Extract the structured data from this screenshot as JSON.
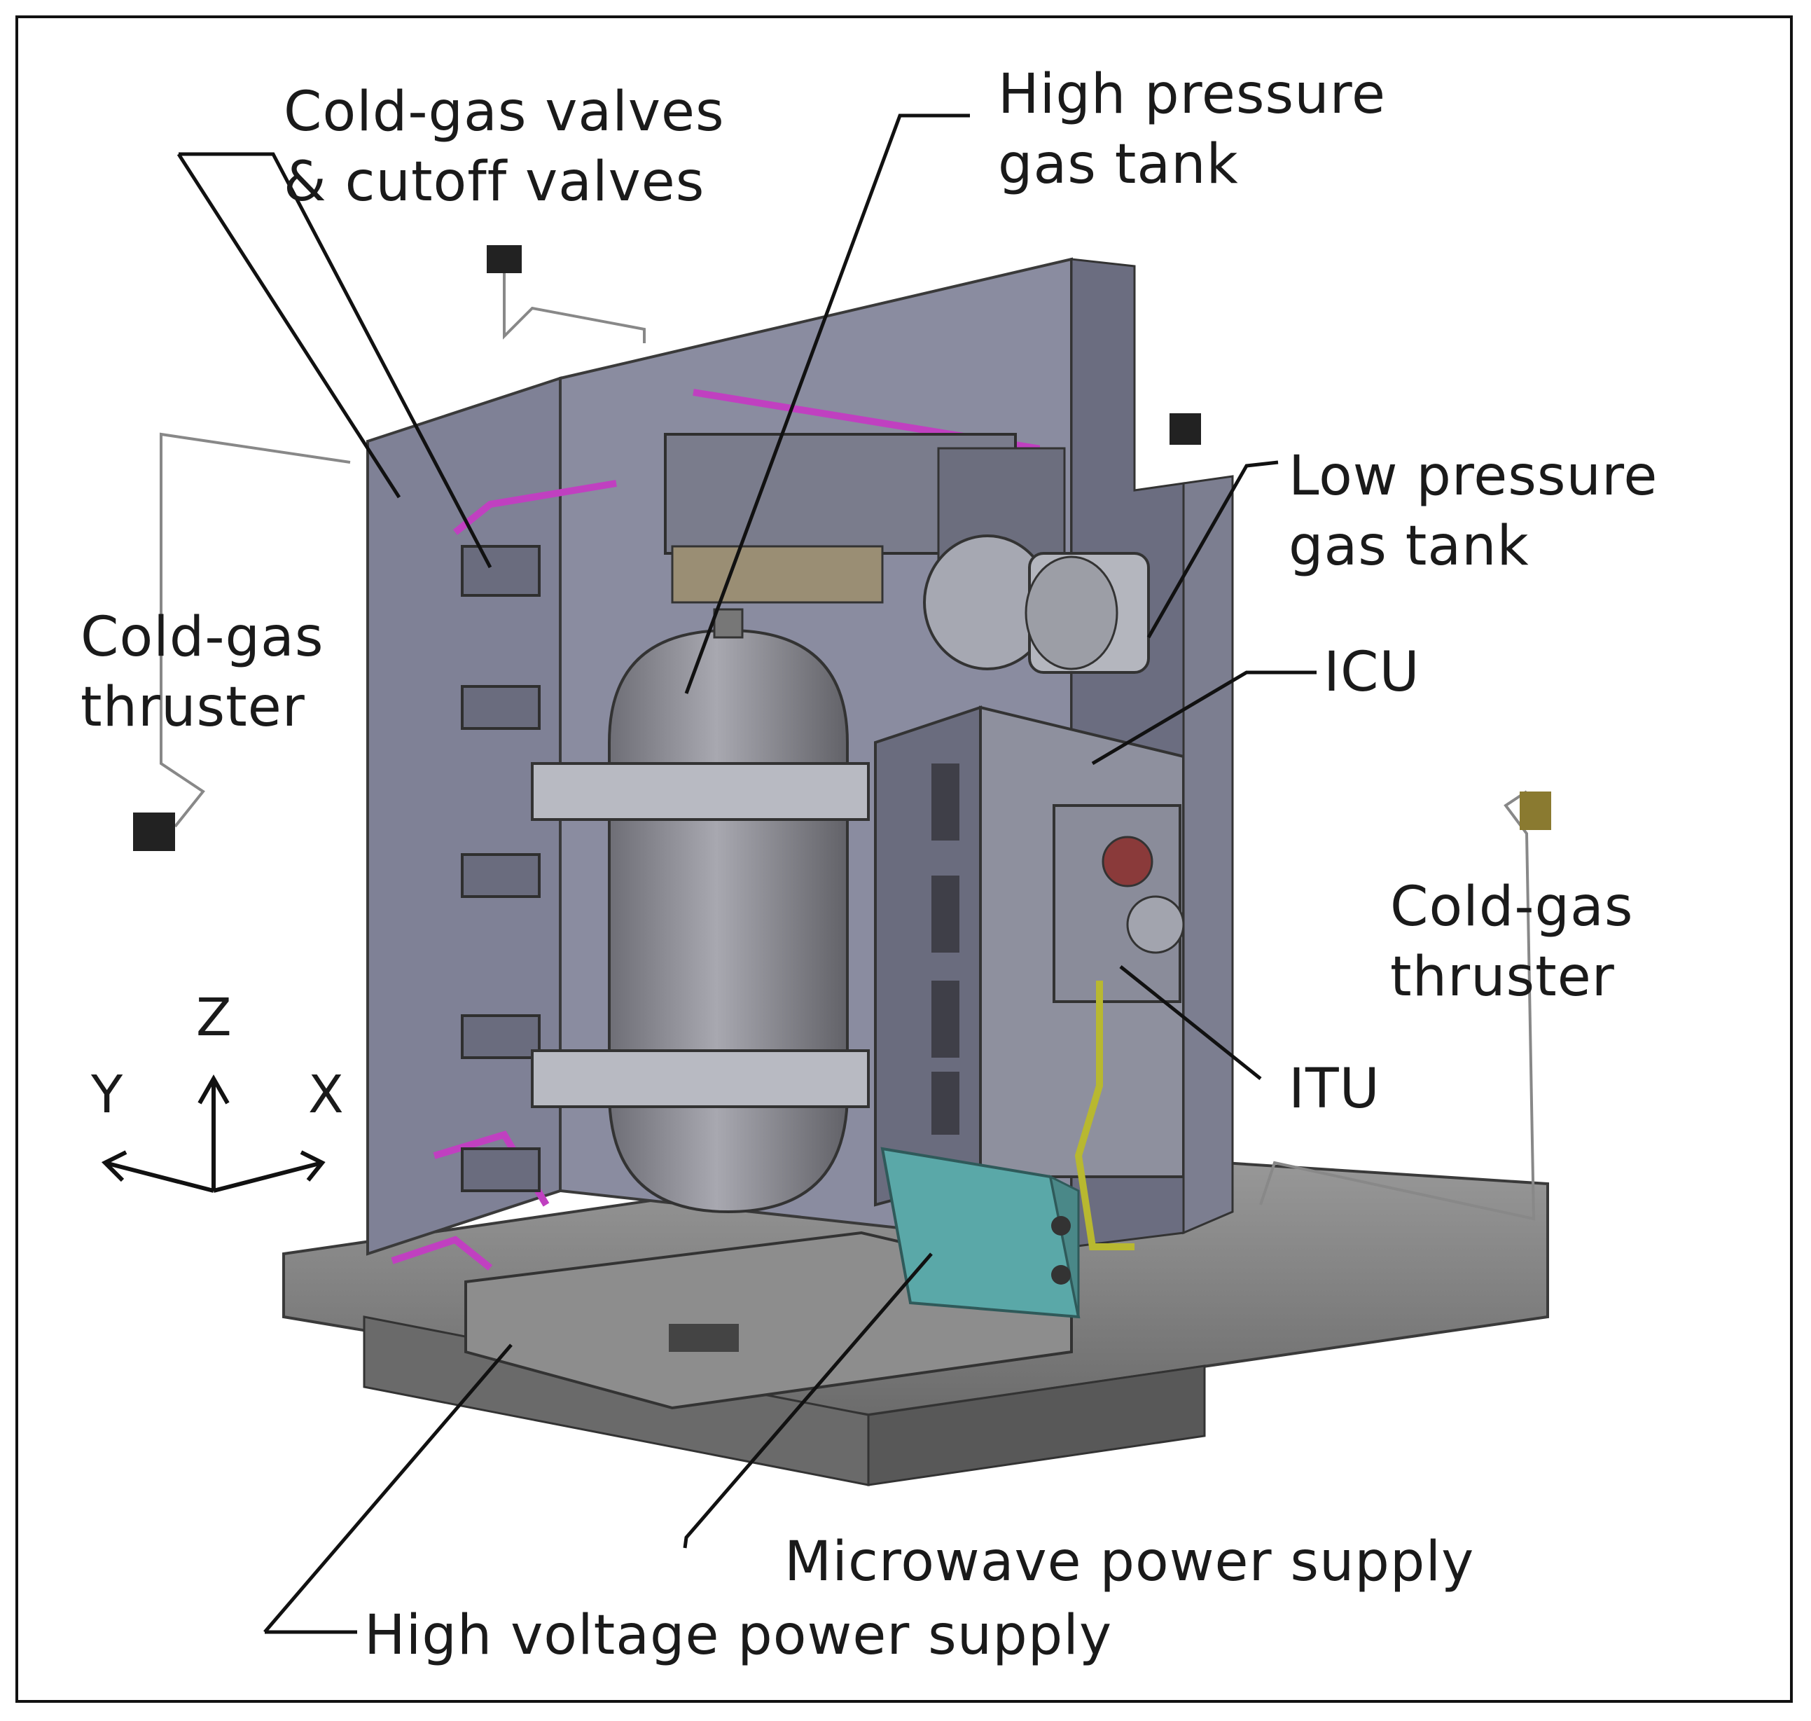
{
  "labels": {
    "cold_gas_valves": [
      "Cold-gas valves",
      "& cutoff valves"
    ],
    "high_pressure_tank": [
      "High pressure",
      "gas tank"
    ],
    "low_pressure_tank": [
      "Low pressure",
      "gas tank"
    ],
    "cold_gas_thruster_left": [
      "Cold-gas",
      "thruster"
    ],
    "cold_gas_thruster_right": [
      "Cold-gas",
      "thruster"
    ],
    "icu": "ICU",
    "itu": "ITU",
    "microwave_power_supply": "Microwave power supply",
    "high_voltage_power_supply": "High voltage power supply"
  },
  "axes": {
    "z": "Z",
    "y": "Y",
    "x": "X"
  },
  "colors": {
    "panel": "#7f8196",
    "panel_dark": "#5d5f72",
    "base": "#8c8c8c",
    "tank": "#8a8a92",
    "piping": "#c040c0",
    "microwave_box": "#5aa8a8",
    "yellow_pipe": "#b8b830"
  }
}
